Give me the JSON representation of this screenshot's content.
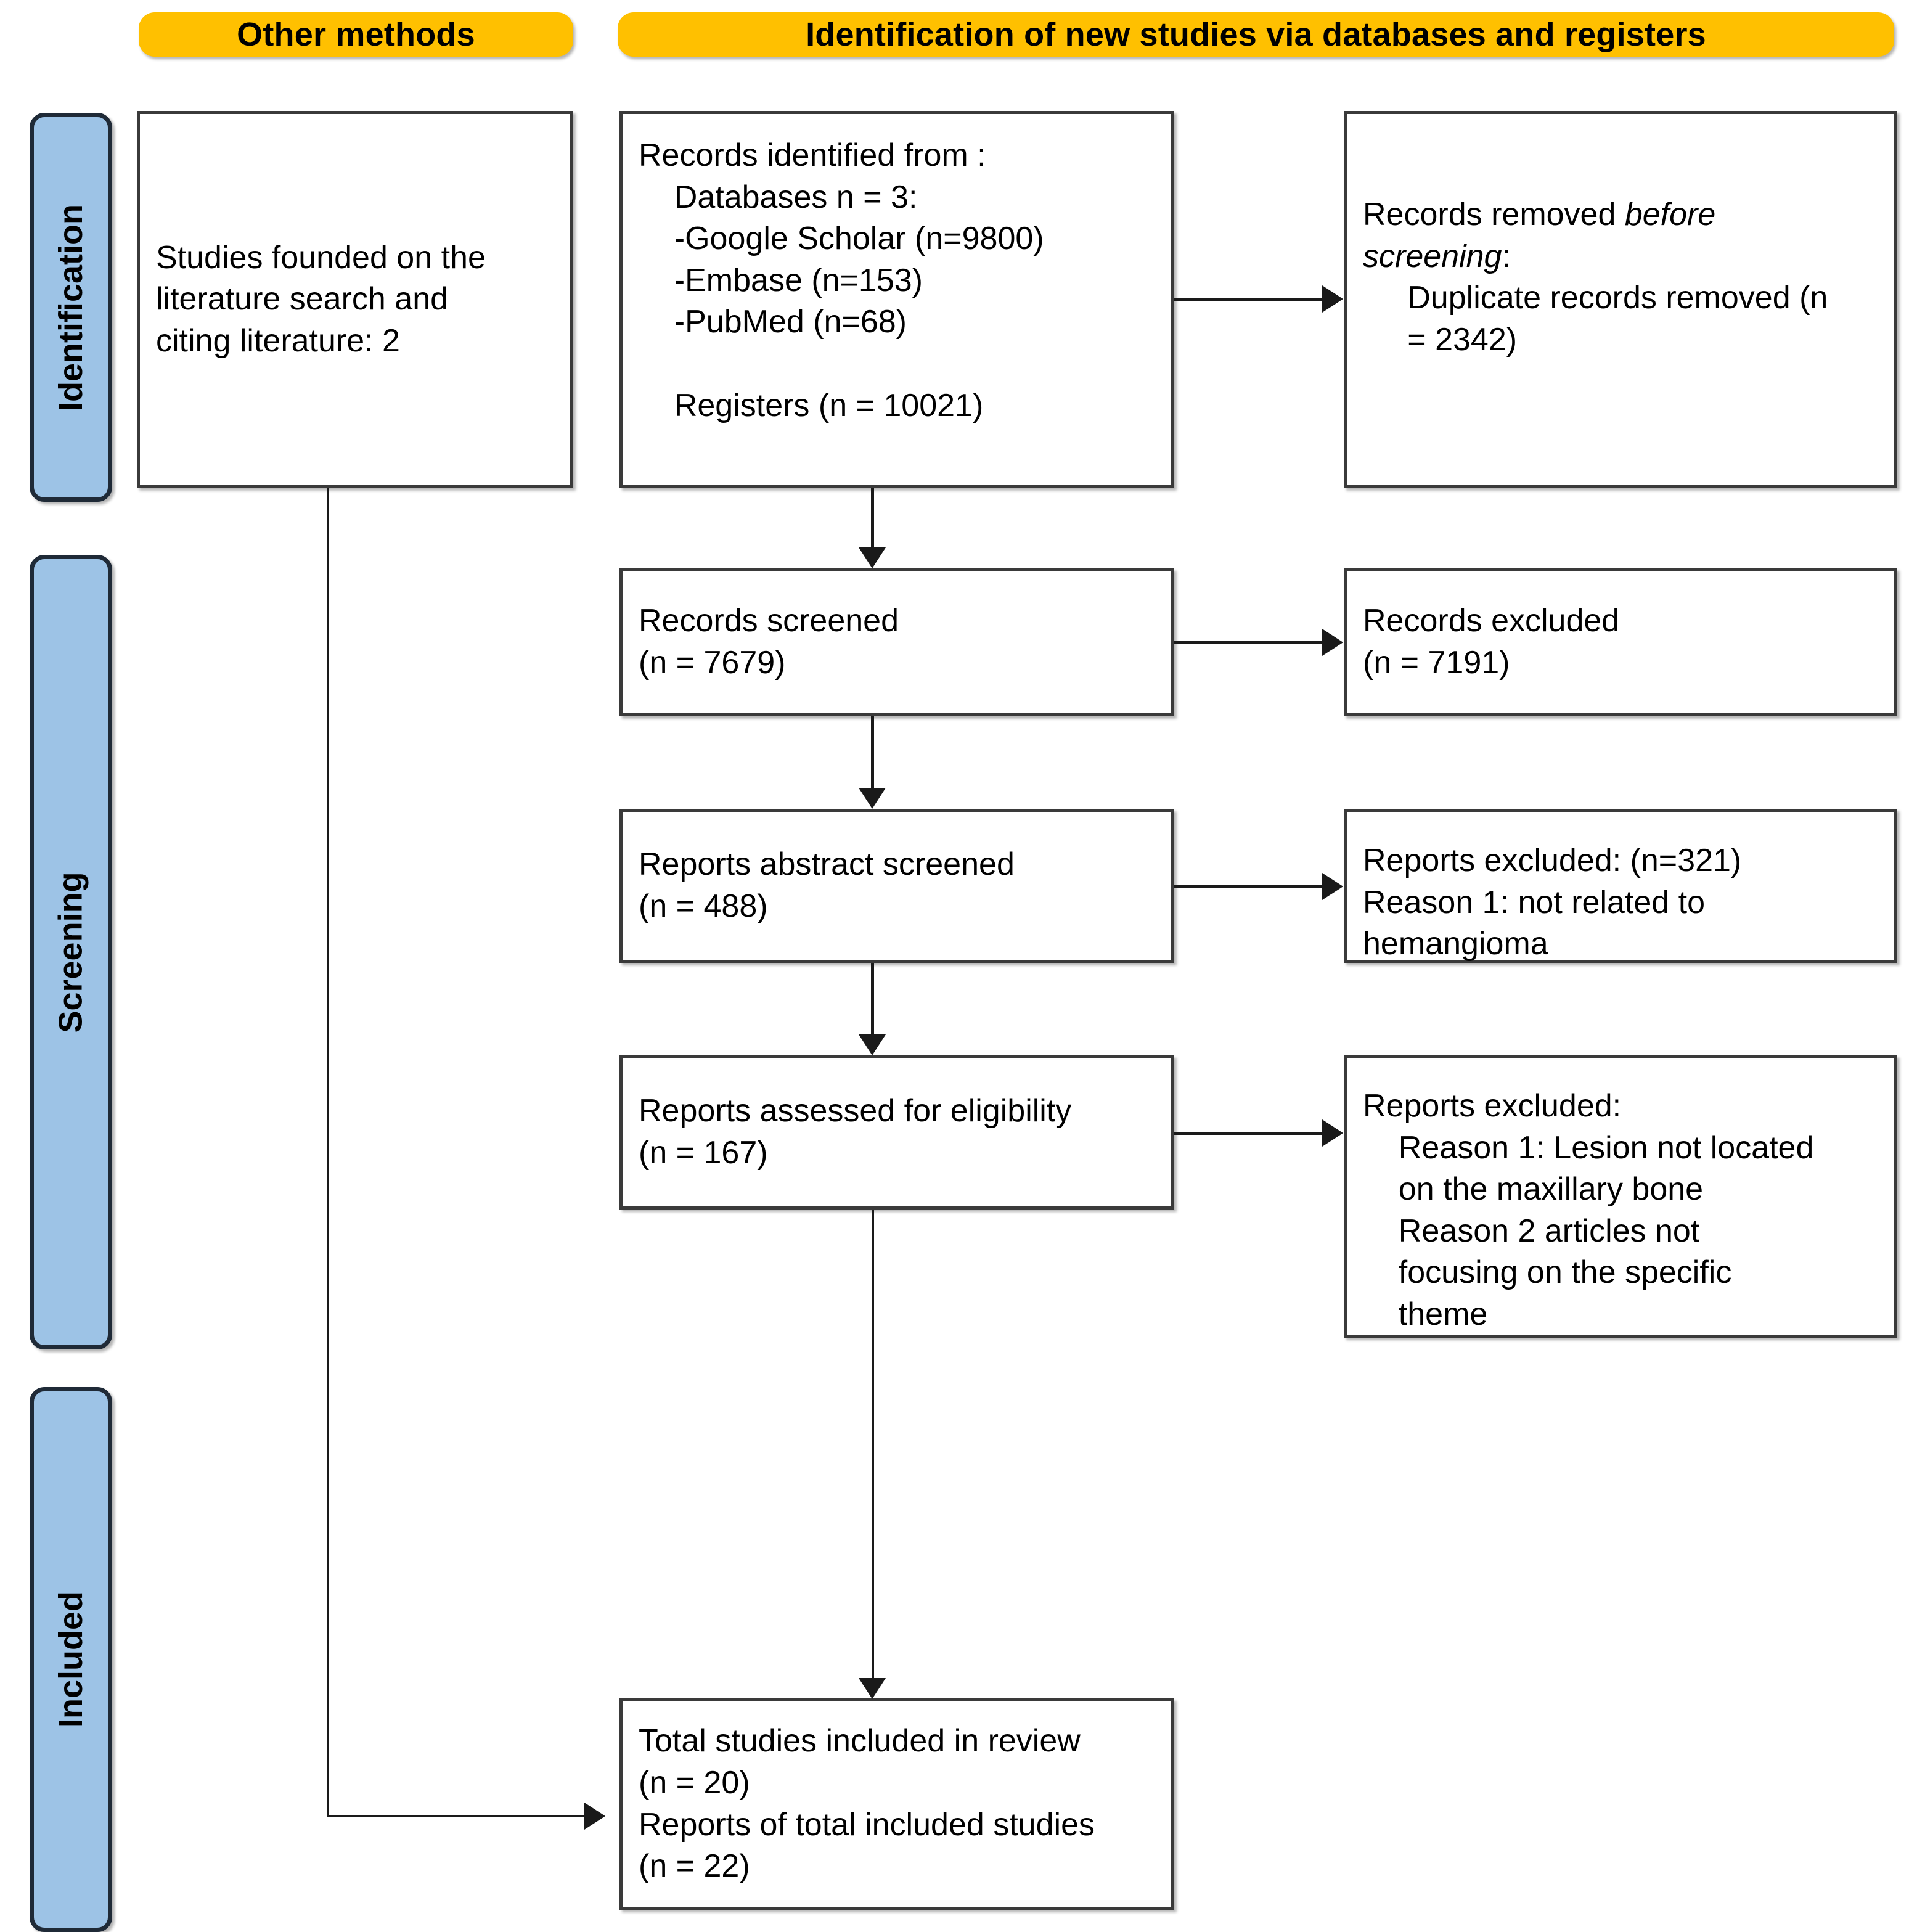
{
  "diagram": {
    "title": "PRISMA flow diagram",
    "colors": {
      "banner": "#FFC000",
      "phase_bar": "#9DC3E6",
      "box_border": "#3A3A3A",
      "connector": "#1A1A1A",
      "background": "#FFFFFF"
    }
  },
  "banners": {
    "other_methods": "Other methods",
    "databases": "Identification of new studies via databases and registers"
  },
  "phases": {
    "identification": "Identification",
    "screening": "Screening",
    "included": "Included"
  },
  "boxes": {
    "other_methods_studies": "Studies founded on the\nliterature search and\nciting literature: 2",
    "records_identified": "Records identified from :\n    Databases n = 3:\n    -Google Scholar (n=9800)\n    -Embase (n=153)\n    -PubMed (n=68)\n\n    Registers (n = 10021)",
    "records_removed_head": "Records removed ",
    "records_removed_head_italic": "before\nscreening",
    "records_removed_tail": ":\n     Duplicate records removed (n\n     = 2342)",
    "records_screened": "Records screened\n(n = 7679)",
    "records_excluded": "Records excluded\n(n = 7191)",
    "reports_abstract_screened": "Reports abstract screened\n(n = 488)",
    "reports_excluded_abstract": "Reports excluded: (n=321)\nReason 1: not related to\nhemangioma",
    "reports_assessed": "Reports assessed for eligibility\n(n = 167)",
    "reports_excluded_eligibility": "Reports excluded:\n    Reason 1: Lesion not located\n    on the maxillary bone\n    Reason 2 articles not\n    focusing on the specific\n    theme",
    "total_included": "Total studies included in review\n(n = 20)\nReports of total included studies\n(n = 22)"
  },
  "chart_data": {
    "type": "table",
    "title": "PRISMA 2020 flow of information",
    "nodes": [
      {
        "id": "other_methods_studies",
        "phase": "Identification",
        "column": "Other methods",
        "label": "Studies founded on the literature search and citing literature",
        "n": 2
      },
      {
        "id": "records_identified",
        "phase": "Identification",
        "column": "Databases and registers",
        "label": "Records identified from databases",
        "databases_count": 3,
        "sources": [
          {
            "name": "Google Scholar",
            "n": 9800
          },
          {
            "name": "Embase",
            "n": 153
          },
          {
            "name": "PubMed",
            "n": 68
          }
        ],
        "registers_n": 10021
      },
      {
        "id": "records_removed",
        "phase": "Identification",
        "column": "Exclusions",
        "label": "Duplicate records removed before screening",
        "n": 2342
      },
      {
        "id": "records_screened",
        "phase": "Screening",
        "column": "Databases and registers",
        "label": "Records screened",
        "n": 7679
      },
      {
        "id": "records_excluded",
        "phase": "Screening",
        "column": "Exclusions",
        "label": "Records excluded",
        "n": 7191
      },
      {
        "id": "reports_abstract_screened",
        "phase": "Screening",
        "column": "Databases and registers",
        "label": "Reports abstract screened",
        "n": 488
      },
      {
        "id": "reports_excluded_abstract",
        "phase": "Screening",
        "column": "Exclusions",
        "label": "Reports excluded",
        "n": 321,
        "reasons": [
          "Reason 1: not related to hemangioma"
        ]
      },
      {
        "id": "reports_assessed",
        "phase": "Screening",
        "column": "Databases and registers",
        "label": "Reports assessed for eligibility",
        "n": 167
      },
      {
        "id": "reports_excluded_eligibility",
        "phase": "Screening",
        "column": "Exclusions",
        "label": "Reports excluded",
        "reasons": [
          "Reason 1: Lesion not located on the maxillary bone",
          "Reason 2 articles not focusing on the specific theme"
        ]
      },
      {
        "id": "total_included",
        "phase": "Included",
        "column": "Databases and registers",
        "label": "Total studies included in review",
        "studies_n": 20,
        "reports_n": 22
      }
    ],
    "edges": [
      {
        "from": "records_identified",
        "to": "records_removed",
        "direction": "right"
      },
      {
        "from": "records_identified",
        "to": "records_screened",
        "direction": "down"
      },
      {
        "from": "records_screened",
        "to": "records_excluded",
        "direction": "right"
      },
      {
        "from": "records_screened",
        "to": "reports_abstract_screened",
        "direction": "down"
      },
      {
        "from": "reports_abstract_screened",
        "to": "reports_excluded_abstract",
        "direction": "right"
      },
      {
        "from": "reports_abstract_screened",
        "to": "reports_assessed",
        "direction": "down"
      },
      {
        "from": "reports_assessed",
        "to": "reports_excluded_eligibility",
        "direction": "right"
      },
      {
        "from": "reports_assessed",
        "to": "total_included",
        "direction": "down"
      },
      {
        "from": "other_methods_studies",
        "to": "total_included",
        "direction": "down-right"
      }
    ]
  }
}
